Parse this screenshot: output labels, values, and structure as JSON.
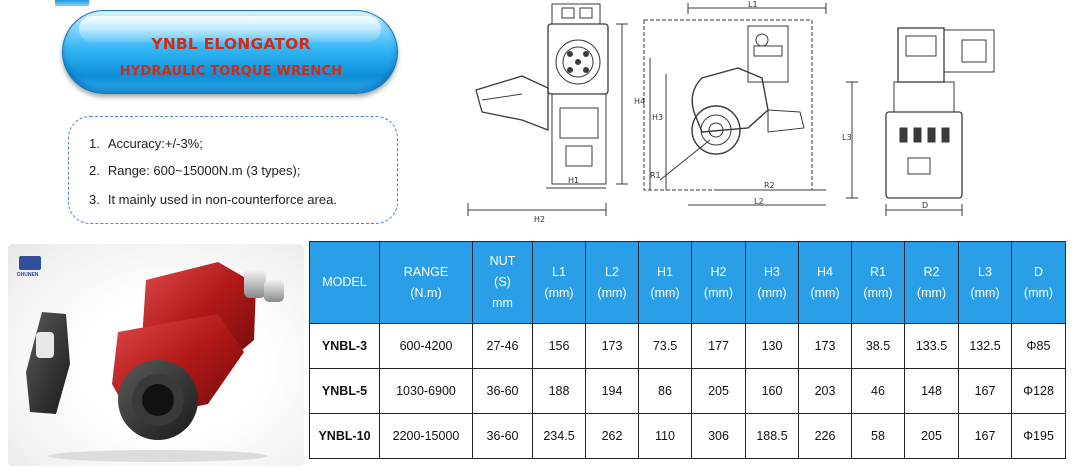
{
  "banner": {
    "title": "YNBL ELONGATOR",
    "subtitle": "HYDRAULIC TORQUE WRENCH"
  },
  "features": [
    {
      "num": "1.",
      "text": "Accuracy:+/-3%;"
    },
    {
      "num": "2.",
      "text": "Range: 600~15000N.m (3 types);"
    },
    {
      "num": "3.",
      "text": "It mainly used in non-counterforce area."
    }
  ],
  "drawings": {
    "left_labels": {
      "h1": "H1",
      "h2": "H2"
    },
    "mid_labels": {
      "l1": "L1",
      "l2": "L2",
      "h4": "H4",
      "h3": "H3",
      "r1": "R1",
      "r2": "R2"
    },
    "right_labels": {
      "l3": "L3",
      "d": "D"
    }
  },
  "logo": {
    "text": "DHUNEN"
  },
  "spec_table": {
    "headers": [
      [
        "MODEL"
      ],
      [
        "RANGE",
        "(N.m)"
      ],
      [
        "NUT",
        "(S)",
        "mm"
      ],
      [
        "L1",
        "(mm)"
      ],
      [
        "L2",
        "(mm)"
      ],
      [
        "H1",
        "(mm)"
      ],
      [
        "H2",
        "(mm)"
      ],
      [
        "H3",
        "(mm)"
      ],
      [
        "H4",
        "(mm)"
      ],
      [
        "R1",
        "(mm)"
      ],
      [
        "R2",
        "(mm)"
      ],
      [
        "L3",
        "(mm)"
      ],
      [
        "D",
        "(mm)"
      ]
    ],
    "rows": [
      [
        "YNBL-3",
        "600-4200",
        "27-46",
        "156",
        "173",
        "73.5",
        "177",
        "130",
        "173",
        "38.5",
        "133.5",
        "132.5",
        "Φ85"
      ],
      [
        "YNBL-5",
        "1030-6900",
        "36-60",
        "188",
        "194",
        "86",
        "205",
        "160",
        "203",
        "46",
        "148",
        "167",
        "Φ128"
      ],
      [
        "YNBL-10",
        "2200-15000",
        "36-60",
        "234.5",
        "262",
        "110",
        "306",
        "188.5",
        "226",
        "58",
        "205",
        "167",
        "Φ195"
      ]
    ]
  },
  "colors": {
    "banner_blue": "#2fb4f3",
    "banner_text": "#d42a12",
    "table_header": "#2a9fe8",
    "dashed_border": "#4a87c9",
    "wrench_red": "#b01818"
  }
}
